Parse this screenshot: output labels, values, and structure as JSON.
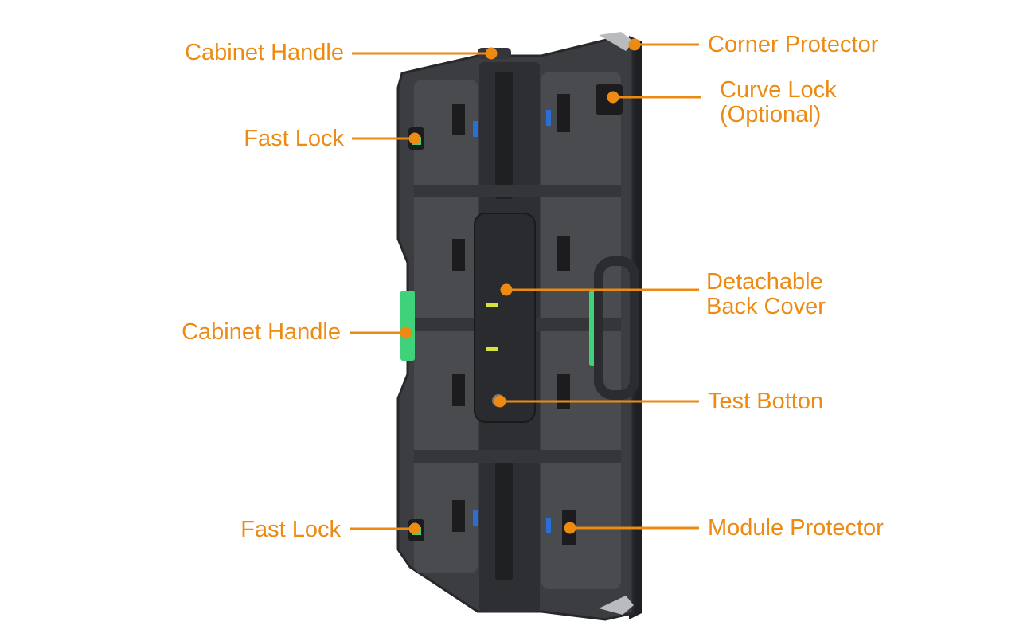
{
  "colors": {
    "accent": "#ec8a12",
    "frame": "#3c3d40",
    "frame_dark": "#2a2b2e",
    "highlight_green": "#3fd27a",
    "tag_blue": "#2a6fd6"
  },
  "callouts": [
    {
      "id": "cabinet-handle-top",
      "lines": [
        "Cabinet Handle"
      ]
    },
    {
      "id": "corner-protector",
      "lines": [
        "Corner Protector"
      ]
    },
    {
      "id": "curve-lock",
      "lines": [
        "Curve Lock",
        "(Optional)"
      ]
    },
    {
      "id": "fast-lock-top",
      "lines": [
        "Fast Lock"
      ]
    },
    {
      "id": "detachable-back-cover",
      "lines": [
        "Detachable",
        "Back Cover"
      ]
    },
    {
      "id": "cabinet-handle-middle",
      "lines": [
        "Cabinet Handle"
      ]
    },
    {
      "id": "test-botton",
      "lines": [
        "Test Botton"
      ]
    },
    {
      "id": "fast-lock-bottom",
      "lines": [
        "Fast Lock"
      ]
    },
    {
      "id": "module-protector",
      "lines": [
        "Module Protector"
      ]
    }
  ]
}
